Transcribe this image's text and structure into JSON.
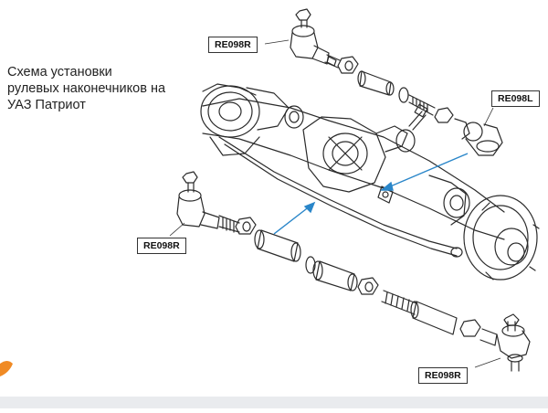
{
  "caption": "Схема установки\nрулевых наконечников на\nУАЗ Патриот",
  "labels": {
    "top_right_tie_rod_end": "RE098R",
    "left_tie_rod_end": "RE098L",
    "lower_left_tie_rod_end": "RE098R",
    "bottom_right_tie_rod_end": "RE098R"
  },
  "colors": {
    "line": "#2b2b2b",
    "pointer": "#2a86c9",
    "accent": "#f08a24",
    "footer": "#e9ebee"
  }
}
